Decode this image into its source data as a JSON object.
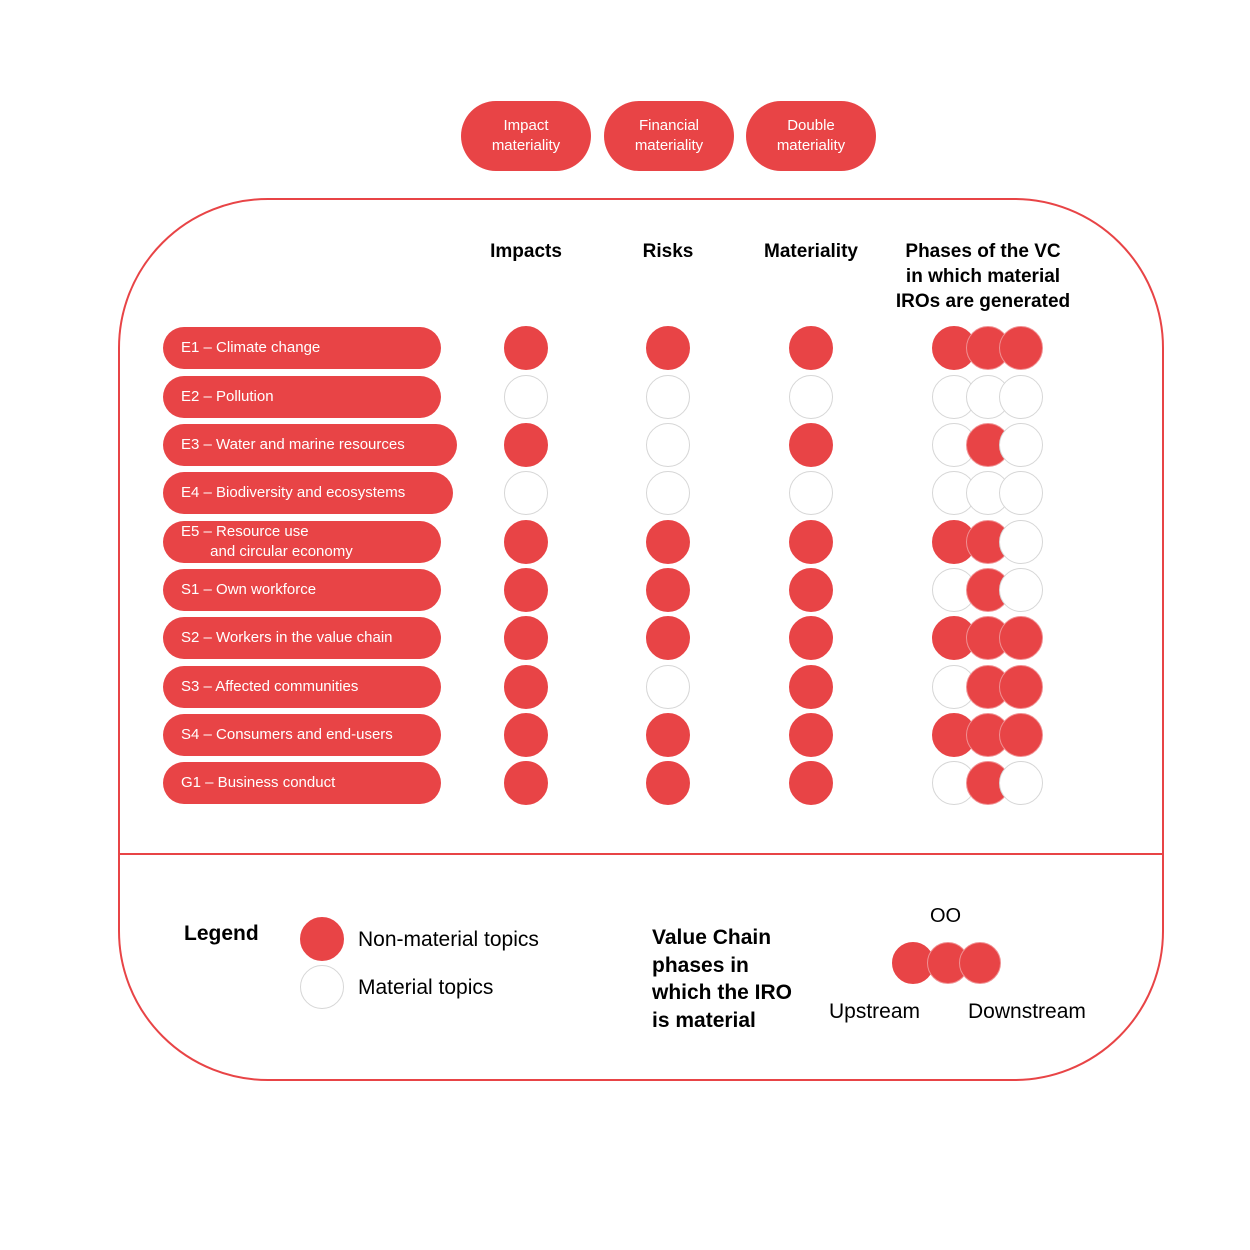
{
  "header_buttons": [
    {
      "label": "Impact\nmateriality"
    },
    {
      "label": "Financial\nmateriality"
    },
    {
      "label": "Double\nmateriality"
    }
  ],
  "columns": {
    "impacts": "Impacts",
    "risks": "Risks",
    "materiality": "Materiality",
    "phases": "Phases of the VC\nin which material\nIROs are generated"
  },
  "topics": [
    {
      "label": "E1 – Climate change",
      "impacts": true,
      "risks": true,
      "materiality": true,
      "phases": [
        true,
        true,
        true
      ]
    },
    {
      "label": "E2 – Pollution",
      "impacts": false,
      "risks": false,
      "materiality": false,
      "phases": [
        false,
        false,
        false
      ]
    },
    {
      "label": "E3 – Water and marine resources",
      "impacts": true,
      "risks": false,
      "materiality": true,
      "phases": [
        false,
        true,
        false
      ]
    },
    {
      "label": "E4 – Biodiversity and ecosystems",
      "impacts": false,
      "risks": false,
      "materiality": false,
      "phases": [
        false,
        false,
        false
      ]
    },
    {
      "label": "E5 – Resource use\n       and circular economy",
      "impacts": true,
      "risks": true,
      "materiality": true,
      "phases": [
        true,
        true,
        false
      ]
    },
    {
      "label": "S1 – Own workforce",
      "impacts": true,
      "risks": true,
      "materiality": true,
      "phases": [
        false,
        true,
        false
      ]
    },
    {
      "label": "S2 – Workers in the value chain",
      "impacts": true,
      "risks": true,
      "materiality": true,
      "phases": [
        true,
        true,
        true
      ]
    },
    {
      "label": "S3 – Affected communities",
      "impacts": true,
      "risks": false,
      "materiality": true,
      "phases": [
        false,
        true,
        true
      ]
    },
    {
      "label": "S4 – Consumers and end-users",
      "impacts": true,
      "risks": true,
      "materiality": true,
      "phases": [
        true,
        true,
        true
      ]
    },
    {
      "label": "G1 – Business conduct",
      "impacts": true,
      "risks": true,
      "materiality": true,
      "phases": [
        false,
        true,
        false
      ]
    }
  ],
  "legend": {
    "title": "Legend",
    "filled_label": "Non-material topics",
    "empty_label": "Material topics",
    "vc_title": "Value Chain\nphases in\nwhich the IRO\nis material",
    "vc_marker": "OO",
    "upstream": "Upstream",
    "downstream": "Downstream"
  },
  "colors": {
    "accent": "#e84446",
    "empty_border": "#d6d6d6"
  }
}
